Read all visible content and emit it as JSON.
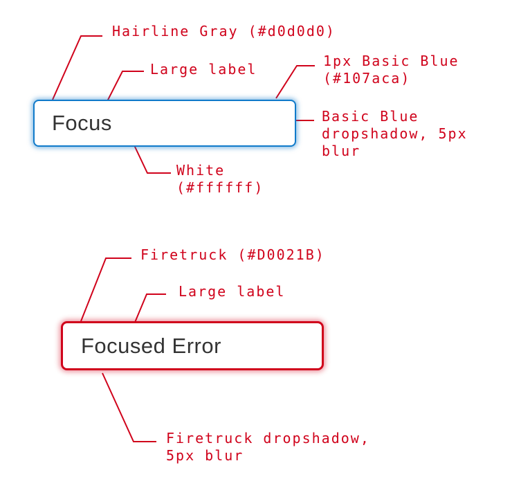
{
  "colors": {
    "annotation_red": "#d0021b",
    "basic_blue": "#107aca",
    "firetruck": "#d0021b",
    "hairline_gray": "#d0d0d0",
    "field_white": "#ffffff",
    "label_text": "#333333"
  },
  "annotations": {
    "hairline_gray": "Hairline Gray (#d0d0d0)",
    "large_label_top": "Large label",
    "basic_blue_border": "1px Basic Blue\n(#107aca)",
    "basic_blue_shadow": "Basic Blue\ndropshadow, 5px\nblur",
    "white_fill": "White\n(#ffffff)",
    "firetruck": "Firetruck (#D0021B)",
    "large_label_bottom": "Large label",
    "firetruck_shadow": "Firetruck dropshadow,\n5px blur"
  },
  "fields": {
    "focus": {
      "value": "Focus"
    },
    "focused_error": {
      "value": "Focused Error"
    }
  }
}
